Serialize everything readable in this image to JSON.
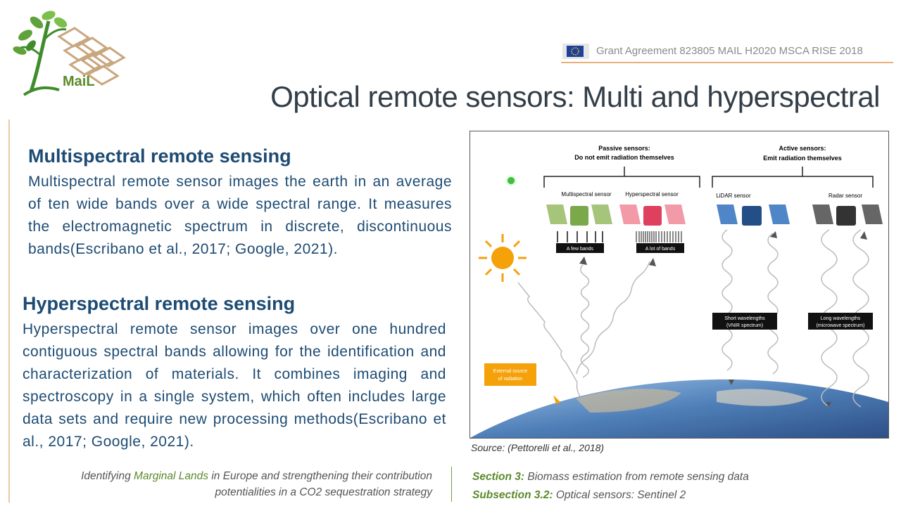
{
  "header": {
    "logo_text": "MaiL",
    "grant_text": "Grant Agreement 823805 MAIL H2020 MSCA RISE 2018",
    "title": "Optical remote sensors: Multi and hyperspectral"
  },
  "colors": {
    "accent_orange": "#e8b07a",
    "heading_blue": "#1d4b73",
    "green": "#5b8a2a"
  },
  "multispectral": {
    "title": "Multispectral remote sensing",
    "text": "Multispectral remote sensor images the earth in an average of ten wide bands over a wide spectral range. It measures the electromagnetic spectrum in discrete, discontinuous bands(Escribano et al., 2017; Google, 2021)."
  },
  "hyperspectral": {
    "title": "Hyperspectral remote sensing",
    "text": "Hyperspectral remote sensor images over one hundred contiguous spectral bands allowing for the identification and characterization of materials. It combines imaging and spectroscopy in a single system, which often includes large data sets and require new processing methods(Escribano et al., 2017; Google, 2021)."
  },
  "figure": {
    "passive_title": "Passive sensors:",
    "passive_sub": "Do not emit radiation themselves",
    "active_title": "Active sensors:",
    "active_sub": "Emit radiation themselves",
    "sensors": [
      "Multispectral sensor",
      "Hyperspectral sensor",
      "LiDAR sensor",
      "Radar sensor"
    ],
    "few_bands": "A few bands",
    "lot_bands": "A lot of bands",
    "short_wl_1": "Short wavelengths",
    "short_wl_2": "(VNIR spectrum)",
    "long_wl_1": "Long wavelengths",
    "long_wl_2": "(microwave spectrum)",
    "ext_1": "External source",
    "ext_2": "of radiation"
  },
  "source": "Source: (Pettorelli et al., 2018)",
  "footer": {
    "left_pre": "Identifying ",
    "left_green": "Marginal Lands",
    "left_post": " in Europe and strengthening their contribution",
    "left_line2": "potentialities in a CO2 sequestration strategy",
    "section_label": "Section 3:",
    "section_text": " Biomass estimation from remote sensing data",
    "subsection_label": "Subsection 3.2:",
    "subsection_text": " Optical sensors: Sentinel 2"
  }
}
